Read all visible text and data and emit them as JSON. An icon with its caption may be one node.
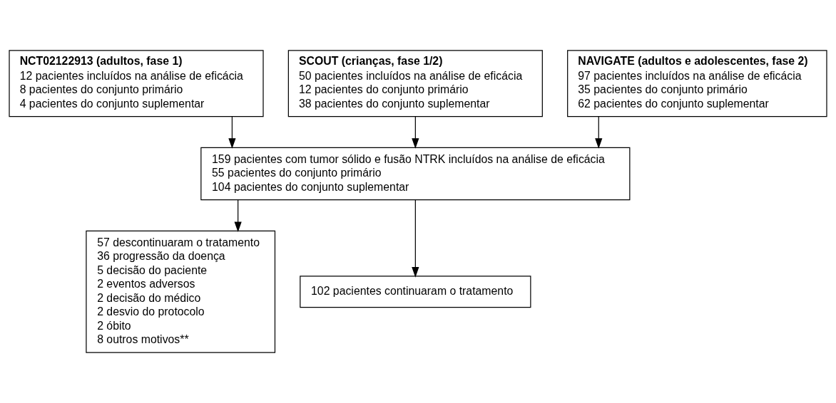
{
  "diagram": {
    "nodes": [
      {
        "text": [
          "NCT02122913 (adultos, fase 1)",
          "12 pacientes incluídos na análise de eficácia",
          "8 pacientes do conjunto primário",
          "4 pacientes do conjunto suplementar"
        ]
      },
      {
        "text": [
          "SCOUT (crianças, fase 1/2)",
          "50 pacientes incluídos na análise de eficácia",
          "12 pacientes do conjunto primário",
          "38 pacientes do conjunto suplementar"
        ]
      },
      {
        "text": [
          "NAVIGATE (adultos e adolescentes, fase 2)",
          "97 pacientes incluídos na análise de eficácia",
          "35 pacientes do conjunto primário",
          "62 pacientes do conjunto suplementar"
        ]
      },
      {
        "text": [
          "159 pacientes com tumor sólido e fusão NTRK incluídos na análise de eficácia",
          "55 pacientes do conjunto primário",
          "104 pacientes do conjunto suplementar"
        ]
      },
      {
        "text": [
          "57 descontinuaram o tratamento",
          "36 progressão da doença",
          "5 decisão do paciente",
          "2 eventos adversos",
          "2 decisão do médico",
          "2 desvio do protocolo",
          "2 óbito",
          "8 outros motivos**"
        ]
      },
      {
        "text": [
          "102 pacientes continuaram o tratamento"
        ]
      }
    ],
    "edges": [
      {
        "from": 0,
        "to": 3,
        "arrow": "to"
      },
      {
        "from": 1,
        "to": 3,
        "arrow": "to"
      },
      {
        "from": 2,
        "to": 3,
        "arrow": "to"
      },
      {
        "from": 3,
        "to": 4,
        "arrow": "to"
      },
      {
        "from": 3,
        "to": 5,
        "arrow": "to"
      }
    ]
  }
}
